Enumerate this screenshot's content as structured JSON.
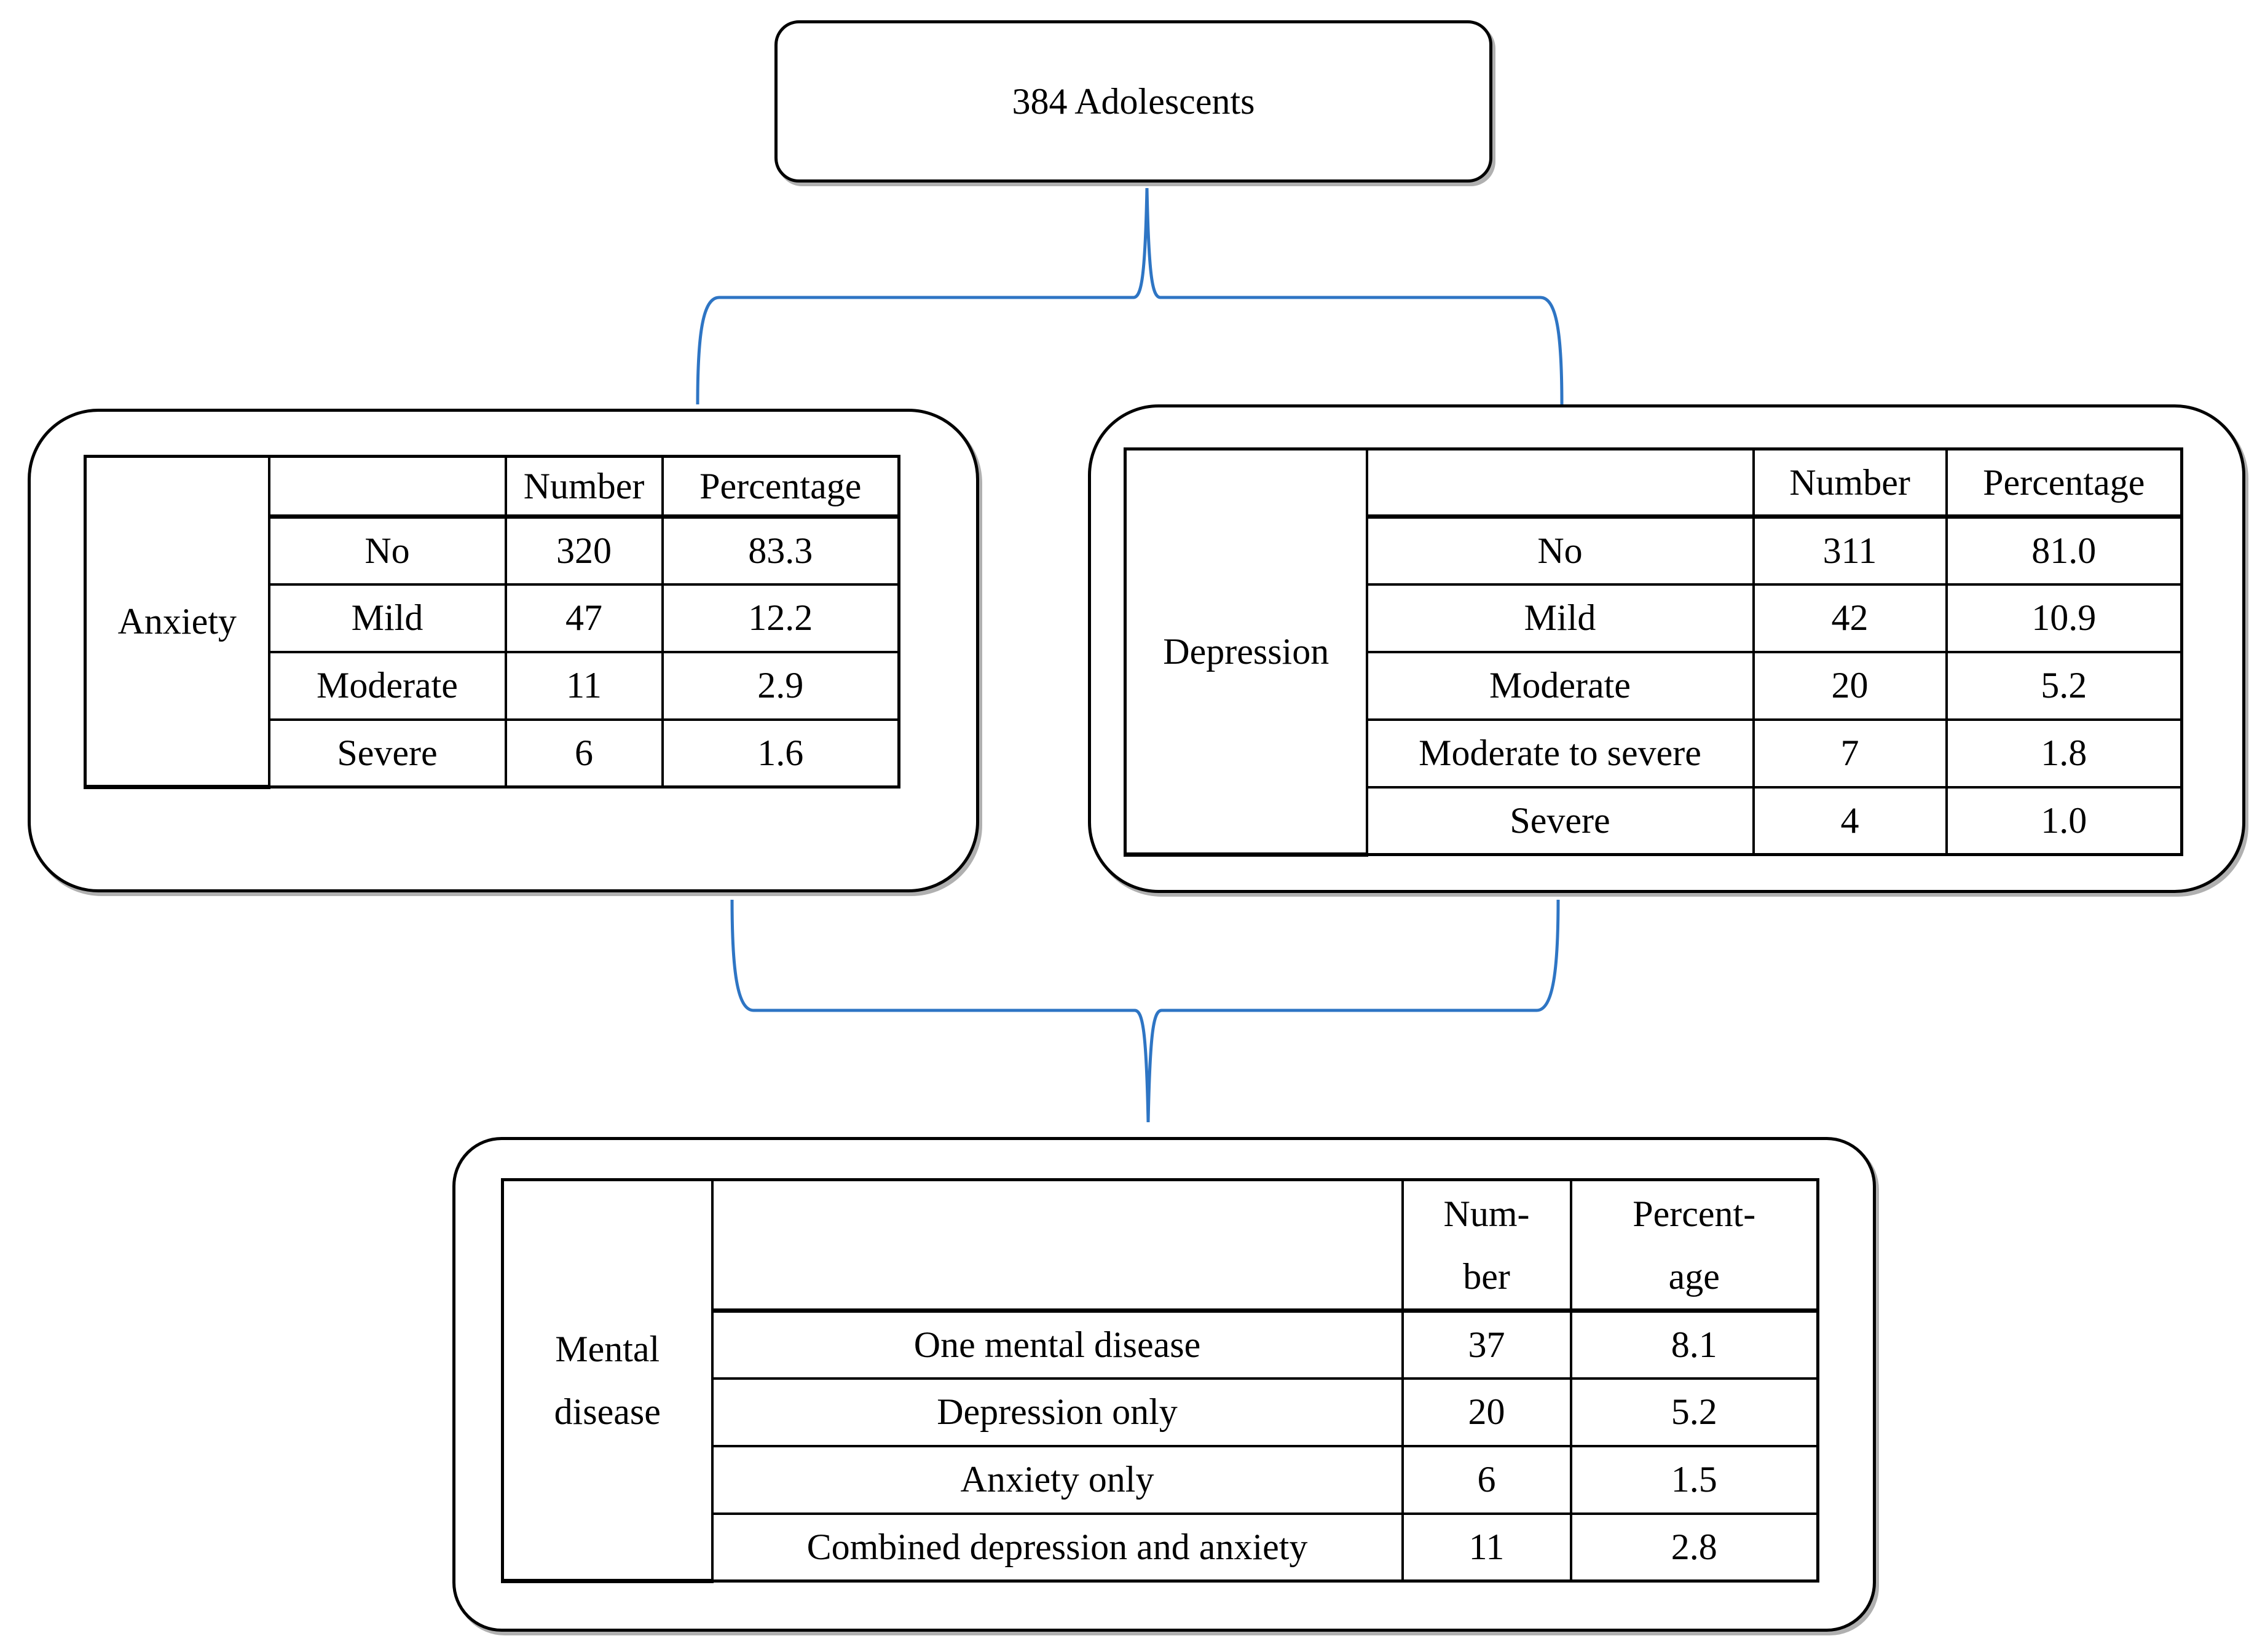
{
  "figure": {
    "background": "#ffffff",
    "line_black": "#000000",
    "brace_blue": "#2E75C4"
  },
  "top_box": {
    "label": "384 Adolescents"
  },
  "anxiety_panel": {
    "row_label": "Anxiety",
    "columns": {
      "number": "Number",
      "percentage": "Percentage"
    },
    "rows": [
      {
        "category": "No",
        "number": "320",
        "percentage": "83.3"
      },
      {
        "category": "Mild",
        "number": "47",
        "percentage": "12.2"
      },
      {
        "category": "Moderate",
        "number": "11",
        "percentage": "2.9"
      },
      {
        "category": "Severe",
        "number": "6",
        "percentage": "1.6"
      }
    ]
  },
  "depression_panel": {
    "row_label": "Depression",
    "columns": {
      "number": "Number",
      "percentage": "Percentage"
    },
    "rows": [
      {
        "category": "No",
        "number": "311",
        "percentage": "81.0"
      },
      {
        "category": "Mild",
        "number": "42",
        "percentage": "10.9"
      },
      {
        "category": "Moderate",
        "number": "20",
        "percentage": "5.2"
      },
      {
        "category": "Moderate to severe",
        "number": "7",
        "percentage": "1.8"
      },
      {
        "category": "Severe",
        "number": "4",
        "percentage": "1.0"
      }
    ]
  },
  "mental_disease_panel": {
    "row_label_line1": "Mental",
    "row_label_line2": "disease",
    "columns": {
      "number_line1": "Num-",
      "number_line2": "ber",
      "percentage_line1": "Percent-",
      "percentage_line2": "age"
    },
    "rows": [
      {
        "category": "One mental disease",
        "number": "37",
        "percentage": "8.1"
      },
      {
        "category": "Depression only",
        "number": "20",
        "percentage": "5.2"
      },
      {
        "category": "Anxiety only",
        "number": "6",
        "percentage": "1.5"
      },
      {
        "category": "Combined depression and anxiety",
        "number": "11",
        "percentage": "2.8"
      }
    ]
  }
}
